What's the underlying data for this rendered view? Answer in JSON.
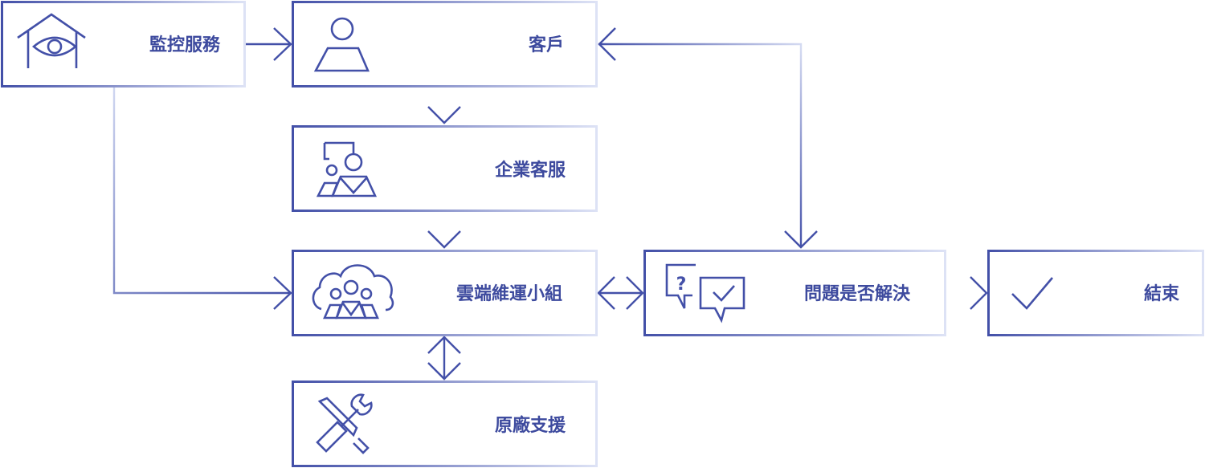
{
  "diagram": {
    "colors": {
      "primary": "#4350a8",
      "light": "#dfe3f6"
    },
    "nodes": {
      "monitoring": {
        "label": "監控服務",
        "icon": "house-eye-icon"
      },
      "customer": {
        "label": "客戶",
        "icon": "person-icon"
      },
      "enterprise_support": {
        "label": "企業客服",
        "icon": "support-agents-icon"
      },
      "cloud_ops": {
        "label": "雲端維運小組",
        "icon": "cloud-team-icon"
      },
      "vendor_support": {
        "label": "原廠支援",
        "icon": "tools-icon"
      },
      "resolved_check": {
        "label": "問題是否解決",
        "icon": "question-check-icon",
        "icon_mark": "?"
      },
      "end": {
        "label": "結束",
        "icon": "checkmark-icon"
      }
    }
  }
}
